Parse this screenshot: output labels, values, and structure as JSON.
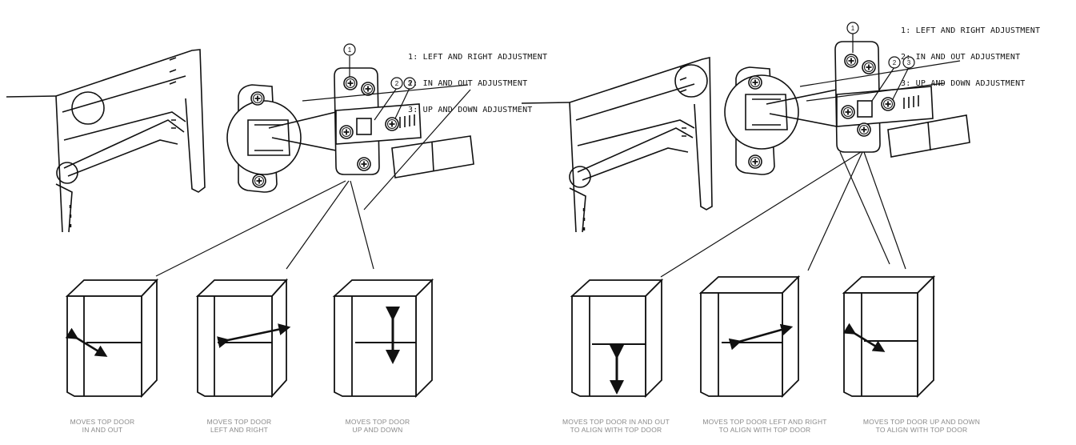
{
  "left": {
    "legend": [
      "1: LEFT AND RIGHT ADJUSTMENT",
      "2: IN AND OUT ADJUSTMENT",
      "3: UP AND DOWN ADJUSTMENT"
    ],
    "callouts": [
      "1",
      "2",
      "3"
    ],
    "captions": [
      [
        "MOVES TOP DOOR",
        "IN AND OUT"
      ],
      [
        "MOVES TOP DOOR",
        "LEFT AND RIGHT"
      ],
      [
        "MOVES TOP DOOR",
        "UP AND DOWN"
      ]
    ]
  },
  "right": {
    "legend": [
      "1: LEFT AND RIGHT ADJUSTMENT",
      "2: IN AND OUT ADJUSTMENT",
      "3: UP AND DOWN ADJUSTMENT"
    ],
    "callouts": [
      "1",
      "2",
      "3"
    ],
    "captions": [
      [
        "MOVES TOP DOOR IN AND OUT",
        "TO ALIGN WITH TOP DOOR"
      ],
      [
        "MOVES TOP DOOR LEFT AND RIGHT",
        "TO ALIGN WITH TOP DOOR"
      ],
      [
        "MOVES TOP DOOR UP AND DOWN",
        "TO ALIGN WITH TOP DOOR"
      ]
    ]
  }
}
